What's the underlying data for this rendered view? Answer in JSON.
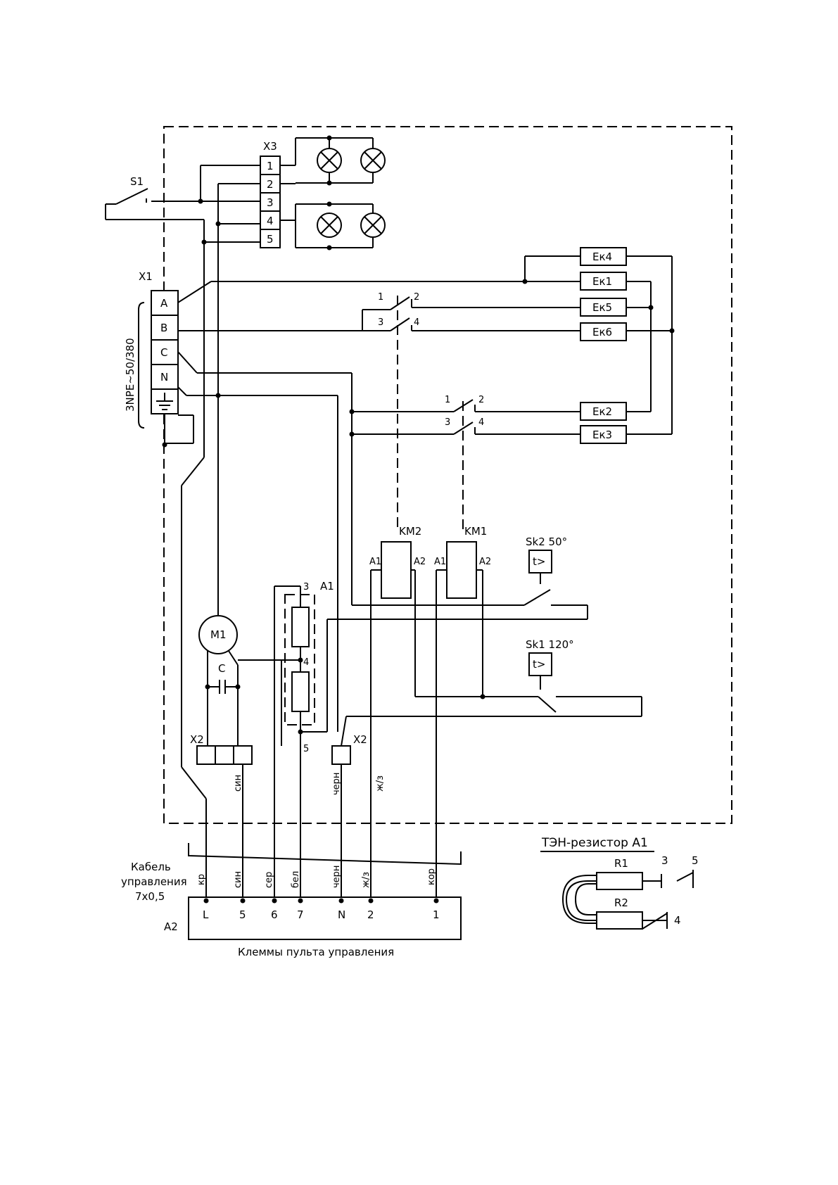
{
  "labels": {
    "s1": "S1",
    "x3": "X3",
    "x3_terminals": [
      "1",
      "2",
      "3",
      "4",
      "5"
    ],
    "x1": "X1",
    "x1_terminals": [
      "A",
      "B",
      "C",
      "N"
    ],
    "supply": "3NPE~50/380",
    "heaters": [
      "Ек4",
      "Ек1",
      "Ек5",
      "Ек6",
      "Ек2",
      "Ек3"
    ],
    "contacts_top": [
      "1",
      "2",
      "3",
      "4"
    ],
    "contacts_bottom": [
      "1",
      "2",
      "3",
      "4"
    ],
    "km2": "KM2",
    "km1": "KM1",
    "a1_coil": "A1",
    "a2_coil": "A2",
    "sk2": "Sk2 50°",
    "sk1": "Sk1 120°",
    "thermo_symbol": "t>",
    "motor": "M1",
    "capacitor": "C",
    "x2": "X2",
    "a1_block": "A1",
    "a1_pin3": "3",
    "a1_pin4": "4",
    "a1_pin5": "5",
    "wire_sin": "син",
    "wire_chern": "черн",
    "wire_zhz": "ж/з",
    "cable": "Кабель",
    "cable_2": "управления",
    "cable_3": "7х0,5",
    "a2": "A2",
    "cable_wires": [
      "кр",
      "син",
      "сер",
      "бел",
      "черн",
      "ж/з",
      "кор"
    ],
    "panel_terminals": [
      "L",
      "5",
      "6",
      "7",
      "N",
      "2",
      "1"
    ],
    "panel_title": "Клеммы пульта управления",
    "legend_title": "ТЭН-резистор А1",
    "legend_r1": "R1",
    "legend_r2": "R2",
    "legend_3": "3",
    "legend_4": "4",
    "legend_5": "5"
  }
}
